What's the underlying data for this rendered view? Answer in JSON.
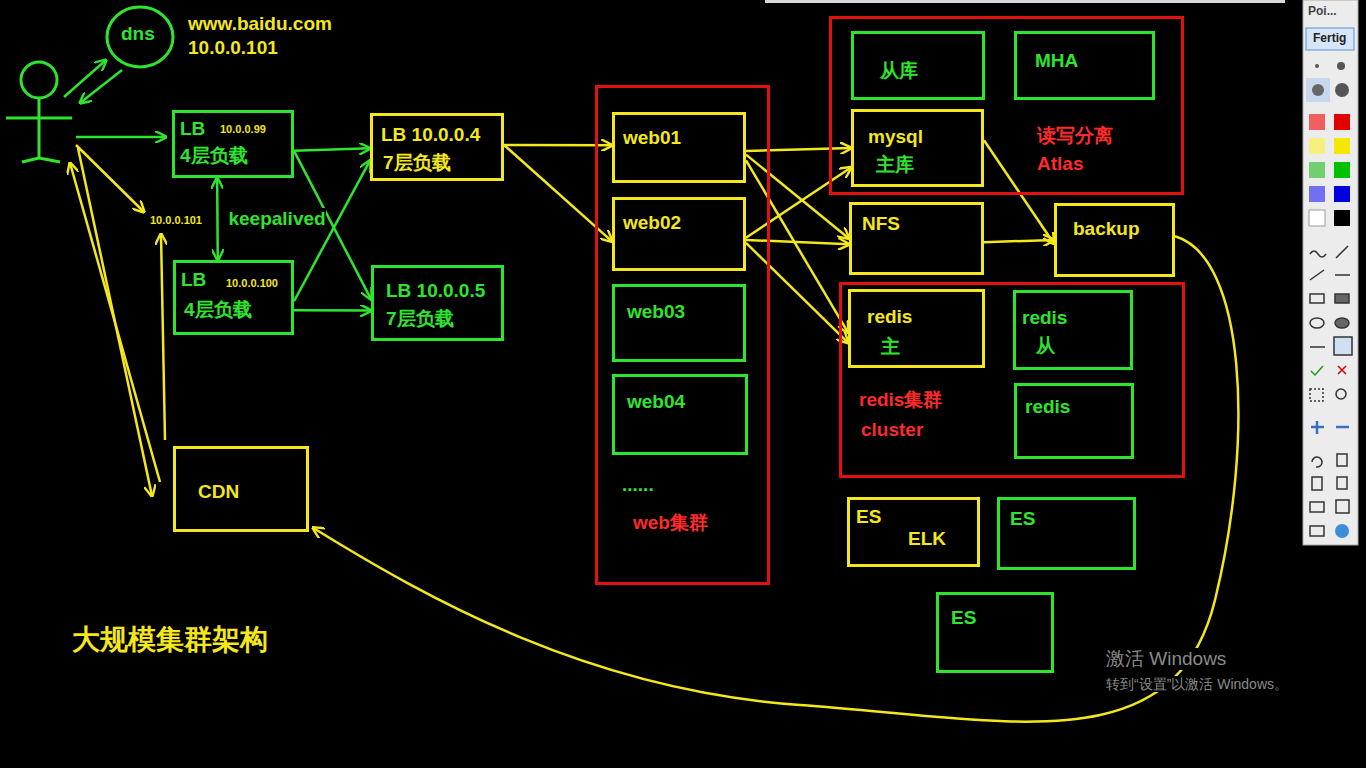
{
  "diagram": {
    "title": "大规模集群架构",
    "nodes": [
      {
        "text": [
          "dns"
        ]
      },
      {
        "text": [
          "LB",
          "10.0.0.99",
          "4层负载"
        ]
      },
      {
        "text": [
          "LB 10.0.0.4",
          "7层负载"
        ]
      },
      {
        "text": [
          "LB",
          "10.0.0.100",
          "4层负载"
        ]
      },
      {
        "text": [
          "LB 10.0.0.5",
          "7层负载"
        ]
      },
      {
        "text": [
          "CDN"
        ]
      },
      {
        "text": [
          "......",
          "web集群"
        ]
      },
      {
        "text": [
          "web01"
        ],
        "in": 6
      },
      {
        "text": [
          "web02"
        ],
        "in": 6
      },
      {
        "text": [
          "web03"
        ],
        "in": 6
      },
      {
        "text": [
          "web04"
        ],
        "in": 6
      },
      {
        "text": [
          "读写分离",
          "Atlas"
        ]
      },
      {
        "text": [
          "从库"
        ],
        "in": 11
      },
      {
        "text": [
          "MHA"
        ],
        "in": 11
      },
      {
        "text": [
          "mysql",
          "主库"
        ],
        "in": 11
      },
      {
        "text": [
          "NFS"
        ]
      },
      {
        "text": [
          "backup"
        ]
      },
      {
        "text": [
          "redis集群",
          "cluster"
        ]
      },
      {
        "text": [
          "redis",
          "主"
        ],
        "in": 17
      },
      {
        "text": [
          "redis",
          "从"
        ],
        "in": 17
      },
      {
        "text": [
          "redis"
        ],
        "in": 17
      },
      {
        "text": [
          "ES",
          "ELK"
        ]
      },
      {
        "text": [
          "ES"
        ]
      },
      {
        "text": [
          "ES"
        ]
      }
    ],
    "edges": [
      {
        "from": 1,
        "to": 2,
        "arrow": "to"
      },
      {
        "from": 1,
        "to": 4,
        "arrow": "to"
      },
      {
        "from": 3,
        "to": 2,
        "arrow": "to"
      },
      {
        "from": 3,
        "to": 4,
        "arrow": "to"
      },
      {
        "from": 1,
        "to": 3,
        "label": "keepalived",
        "arrow": "both"
      },
      {
        "from": 2,
        "to": 7,
        "arrow": "to"
      },
      {
        "from": 2,
        "to": 8,
        "arrow": "to"
      },
      {
        "from": 7,
        "to": 14,
        "arrow": "to"
      },
      {
        "from": 7,
        "to": 15,
        "arrow": "to"
      },
      {
        "from": 7,
        "to": 18,
        "arrow": "to"
      },
      {
        "from": 8,
        "to": 14,
        "arrow": "to"
      },
      {
        "from": 8,
        "to": 15,
        "arrow": "to"
      },
      {
        "from": 8,
        "to": 18,
        "arrow": "to"
      },
      {
        "from": 14,
        "to": 16,
        "arrow": "to"
      },
      {
        "from": 15,
        "to": 16,
        "arrow": "to"
      },
      {
        "from": 16,
        "to": 5,
        "arrow": "to"
      }
    ],
    "labels": [
      "www.baidu.com",
      "10.0.0.101",
      "10.0.0.101",
      "激活 Windows",
      "转到“设置”以激活 Windows。",
      "Poi...",
      "Fertig"
    ]
  }
}
